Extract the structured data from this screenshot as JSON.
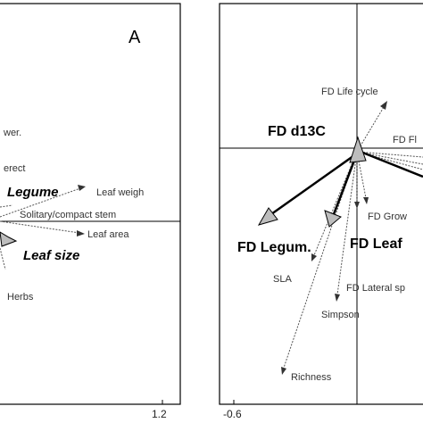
{
  "chart_data": [
    {
      "type": "scatter",
      "panel": "A",
      "x_ticks": [
        "1.2"
      ],
      "ylim_note": "ordination biplot, partial view",
      "labels": [
        {
          "text": "wer.",
          "style": "small"
        },
        {
          "text": "erect",
          "style": "small"
        },
        {
          "text": "Legume",
          "style": "bigital"
        },
        {
          "text": "Leaf weigh",
          "style": "small"
        },
        {
          "text": "Solitary/compact stem",
          "style": "small"
        },
        {
          "text": "Leaf area",
          "style": "small"
        },
        {
          "text": "Leaf size",
          "style": "bigital"
        },
        {
          "text": "Herbs",
          "style": "small"
        }
      ]
    },
    {
      "type": "scatter",
      "x_ticks": [
        "-0.6"
      ],
      "labels": [
        {
          "text": "FD Life cycle",
          "style": "small"
        },
        {
          "text": "FD d13C",
          "style": "big"
        },
        {
          "text": "FD Fl",
          "style": "small"
        },
        {
          "text": "FD Grow",
          "style": "small"
        },
        {
          "text": "FD Legum.",
          "style": "big"
        },
        {
          "text": "FD Leaf",
          "style": "big"
        },
        {
          "text": "SLA",
          "style": "small"
        },
        {
          "text": "FD Lateral sp",
          "style": "small"
        },
        {
          "text": "Simpson",
          "style": "small"
        },
        {
          "text": "Richness",
          "style": "small"
        }
      ]
    }
  ]
}
